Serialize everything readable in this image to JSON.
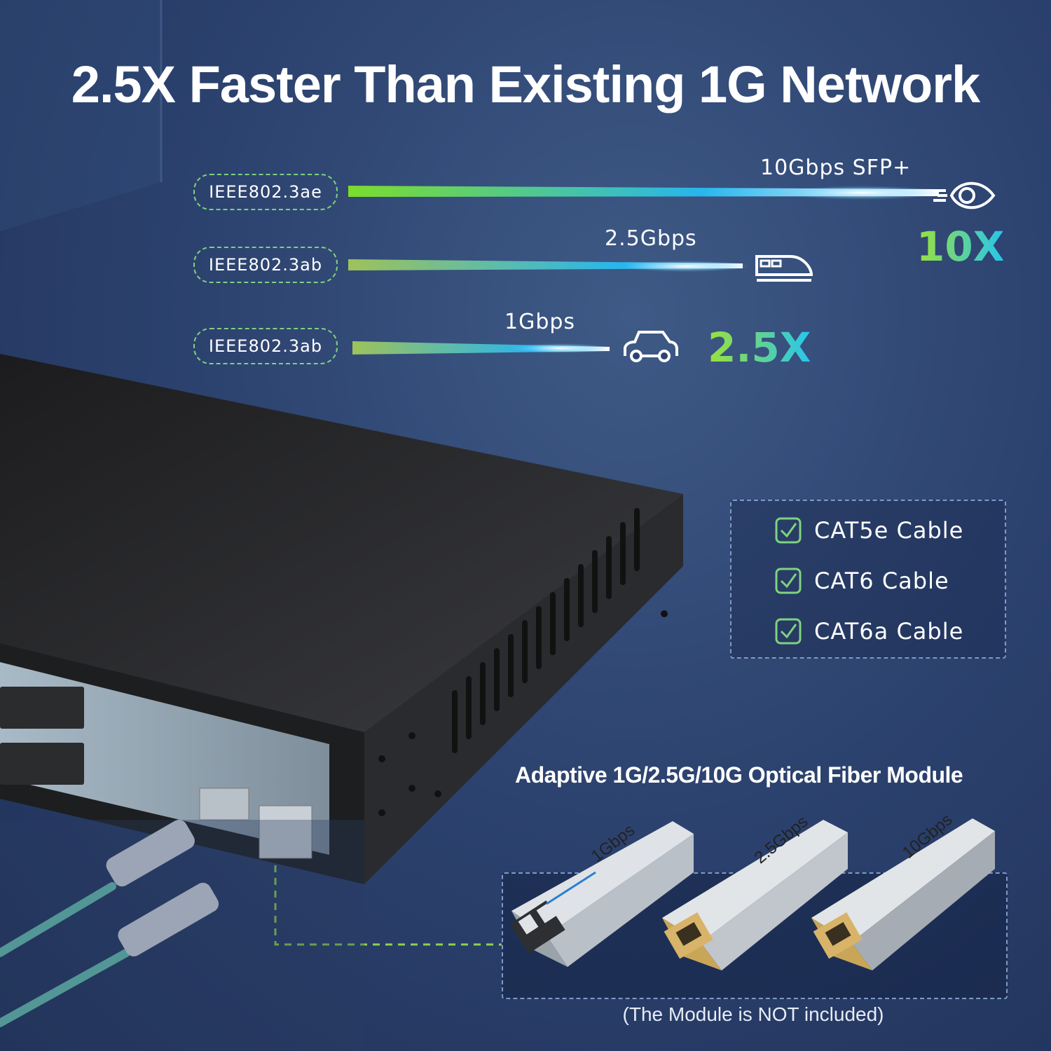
{
  "title": "2.5X Faster Than Existing 1G Network",
  "speed_rows": [
    {
      "standard": "IEEE802.3ae",
      "speed": "10Gbps SFP+",
      "vehicle_icon": "rocket-icon"
    },
    {
      "standard": "IEEE802.3ab",
      "speed": "2.5Gbps",
      "vehicle_icon": "train-icon"
    },
    {
      "standard": "IEEE802.3ab",
      "speed": "1Gbps",
      "vehicle_icon": "car-icon"
    }
  ],
  "multipliers": {
    "ten_x": "10X",
    "two_five_x": "2.5X"
  },
  "cables": [
    "CAT5e Cable",
    "CAT6 Cable",
    "CAT6a Cable"
  ],
  "module_title": "Adaptive 1G/2.5G/10G Optical Fiber Module",
  "modules": [
    "1Gbps",
    "2.5Gbps",
    "10Gbps"
  ],
  "note": "(The Module is NOT included)",
  "colors": {
    "accent_green": "#8fe03a",
    "accent_cyan": "#27c6ee",
    "background": "#2d4370"
  }
}
